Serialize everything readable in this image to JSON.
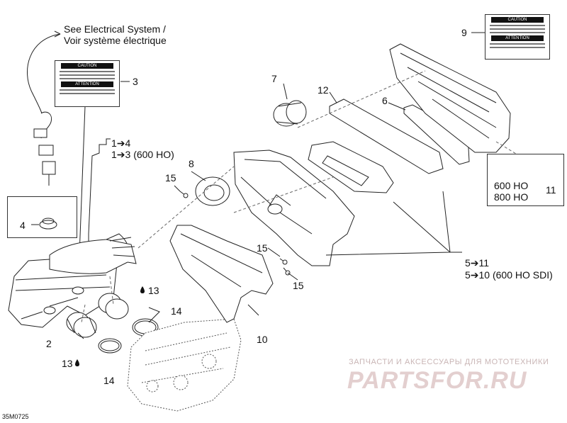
{
  "diagram": {
    "notes": {
      "electrical_en": "See Electrical System /",
      "electrical_fr": "Voir système électrique",
      "ratio_a1": "1➔4",
      "ratio_a2": "1➔3 (600 HO)",
      "ratio_b1": "5➔11",
      "ratio_b2": "5➔10 (600 HO SDI)",
      "variant_1": "600 HO",
      "variant_2": "800 HO"
    },
    "callouts": {
      "c2": "2",
      "c3": "3",
      "c4": "4",
      "c6": "6",
      "c7": "7",
      "c8": "8",
      "c9": "9",
      "c10": "10",
      "c11": "11",
      "c12": "12",
      "c13a": "13",
      "c13b": "13",
      "c14a": "14",
      "c14b": "14",
      "c15a": "15",
      "c15b": "15",
      "c15c": "15"
    },
    "labels": {
      "caution": "CAUTION",
      "attention": "ATTENTION"
    },
    "reference_code": "35M0725"
  },
  "watermark": {
    "subtitle": "ЗАПЧАСТИ И АКСЕССУАРЫ ДЛЯ МОТОТЕХНИКИ",
    "logo": "PARTSFOR.RU"
  }
}
